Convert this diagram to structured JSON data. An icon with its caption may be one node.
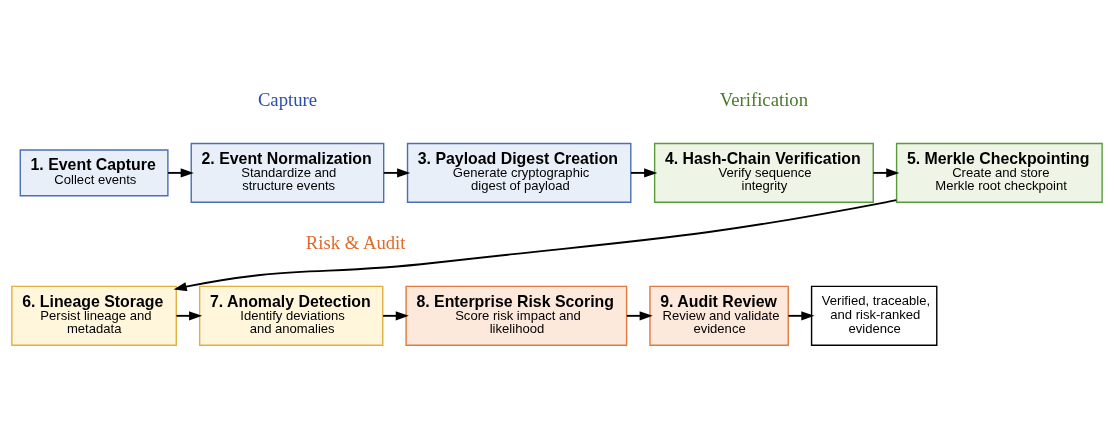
{
  "diagram": {
    "nodes": [
      {
        "text": [
          "1. Event Capture",
          "Collect events"
        ]
      },
      {
        "text": [
          "2. Event Normalization",
          "Standardize and structure events"
        ]
      },
      {
        "text": [
          "3. Payload Digest Creation",
          "Generate cryptographic digest of payload"
        ]
      },
      {
        "text": [
          "4. Hash-Chain Verification",
          "Verify sequence integrity"
        ]
      },
      {
        "text": [
          "5. Merkle Checkpointing",
          "Create and store Merkle root checkpoint"
        ]
      },
      {
        "text": [
          "6. Lineage Storage",
          "Persist lineage and metadata"
        ]
      },
      {
        "text": [
          "7. Anomaly Detection",
          "Identify deviations and anomalies"
        ]
      },
      {
        "text": [
          "8. Enterprise Risk Scoring",
          "Score risk impact and likelihood"
        ]
      },
      {
        "text": [
          "9. Audit Review",
          "Review and validate evidence"
        ]
      },
      {
        "text": [
          "Verified, traceable, and risk-ranked evidence"
        ]
      }
    ],
    "edges": [
      {
        "from": 0,
        "to": 1,
        "arrow": "to"
      },
      {
        "from": 1,
        "to": 2,
        "arrow": "to"
      },
      {
        "from": 2,
        "to": 3,
        "arrow": "to"
      },
      {
        "from": 3,
        "to": 4,
        "arrow": "to"
      },
      {
        "from": 4,
        "to": 5,
        "arrow": "to"
      },
      {
        "from": 5,
        "to": 6,
        "arrow": "to"
      },
      {
        "from": 6,
        "to": 7,
        "arrow": "to"
      },
      {
        "from": 7,
        "to": 8,
        "arrow": "to"
      },
      {
        "from": 8,
        "to": 9,
        "arrow": "to"
      }
    ],
    "labels": [
      "Capture",
      "Verification",
      "Risk & Audit"
    ]
  }
}
